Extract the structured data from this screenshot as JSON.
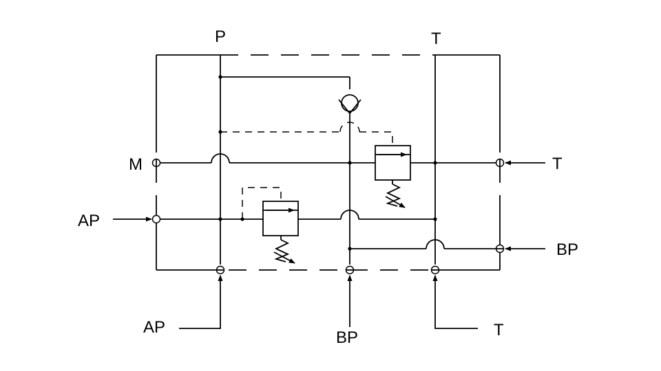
{
  "labels": {
    "top_p": "P",
    "top_t": "T",
    "m": "M",
    "t_right": "T",
    "ap_left": "AP",
    "bp_right": "BP",
    "ap_bottom": "AP",
    "bp_bottom": "BP",
    "t_bottom": "T"
  },
  "colors": {
    "line": "#000000",
    "background": "#ffffff"
  }
}
